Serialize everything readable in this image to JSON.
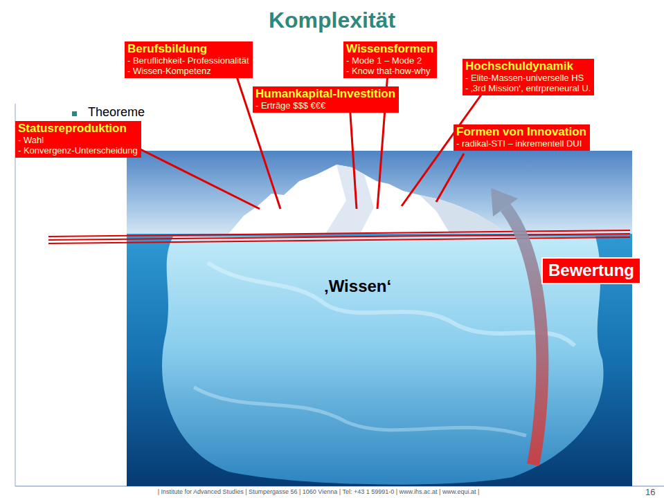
{
  "diagram": {
    "title": "Komplexität",
    "nodes": [
      {
        "text": [
          "Berufsbildung",
          "- Beruflichkeit- Professionalität",
          "- Wissen-Kompetenz"
        ]
      },
      {
        "text": [
          "Wissensformen",
          "- Mode 1 – Mode 2",
          "- Know that-how-why"
        ]
      },
      {
        "text": [
          "Hochschuldynamik",
          "- Elite-Massen-universelle HS",
          "- ‚3rd Mission‘, entrpreneural U."
        ]
      },
      {
        "text": [
          "Humankapital-Investition",
          "- Erträge $$$ €€€"
        ]
      },
      {
        "text": [
          "Statusreproduktion",
          "- Wahl",
          "- Konvergenz-Unterscheidung"
        ]
      },
      {
        "text": [
          "Formen von Innovation",
          "- radikal-STI – inkrementell DUI"
        ]
      },
      {
        "text": [
          "Bewertung"
        ]
      }
    ],
    "labels": [
      "Theoreme",
      "‚Wissen‘",
      "| Institute for Advanced Studies | Stumpergasse 56 | 1060 Vienna | Tel: +43 1 59991-0 | www.ihs.ac.at | www.equi.at |",
      "16"
    ]
  }
}
